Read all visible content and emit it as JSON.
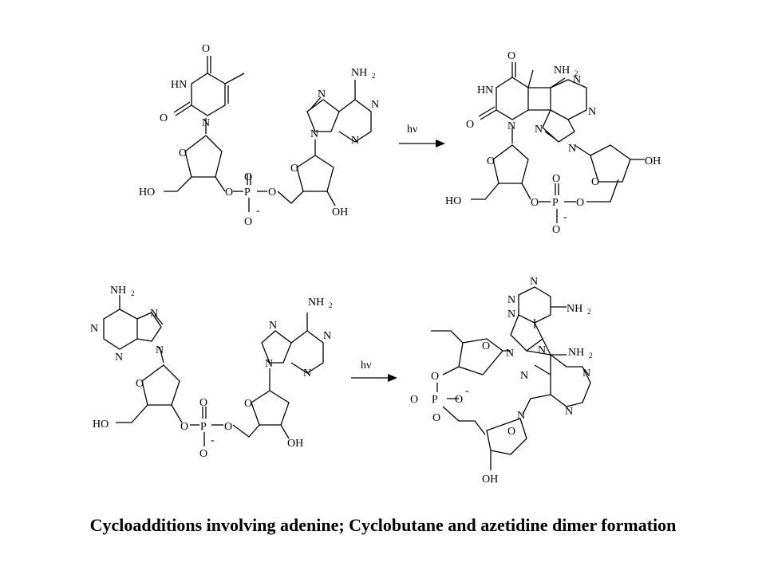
{
  "caption": "Cycloadditions involving adenine; Cyclobutane and azetidine dimer formation",
  "reactions": [
    {
      "arrow_label": "hν"
    },
    {
      "arrow_label": "hν"
    }
  ],
  "atoms": {
    "O": "O",
    "HN": "HN",
    "N": "N",
    "P": "P",
    "OH": "OH",
    "HO": "HO",
    "NH": "NH",
    "sub2": "2",
    "minus": "-"
  }
}
